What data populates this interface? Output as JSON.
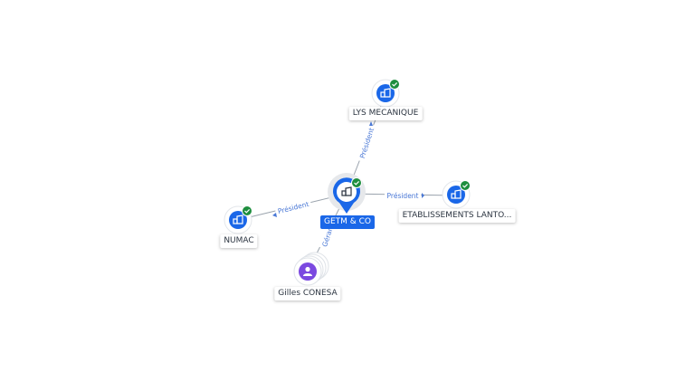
{
  "colors": {
    "edge": "#9aa3ad",
    "company_blue": "#1a67e8",
    "verified_green": "#1e8e3e",
    "person_purple": "#7b49e0",
    "edge_label": "#4a78d6"
  },
  "center": {
    "name": "GETM & CO",
    "icon": "building-icon",
    "verified": true
  },
  "nodes": [
    {
      "id": "lys",
      "name": "LYS MECANIQUE",
      "type": "company",
      "icon": "building-icon",
      "verified": true
    },
    {
      "id": "etab",
      "name": "ETABLISSEMENTS LANTO...",
      "type": "company",
      "icon": "building-icon",
      "verified": true
    },
    {
      "id": "numac",
      "name": "NUMAC",
      "type": "company",
      "icon": "building-icon",
      "verified": true
    },
    {
      "id": "gilles",
      "name": "Gilles CONESA",
      "type": "person",
      "icon": "person-icon",
      "verified": false
    }
  ],
  "edges": [
    {
      "target": "lys",
      "label": "Président"
    },
    {
      "target": "etab",
      "label": "Président"
    },
    {
      "target": "numac",
      "label": "Président"
    },
    {
      "target": "gilles",
      "label": "Gérant"
    }
  ]
}
